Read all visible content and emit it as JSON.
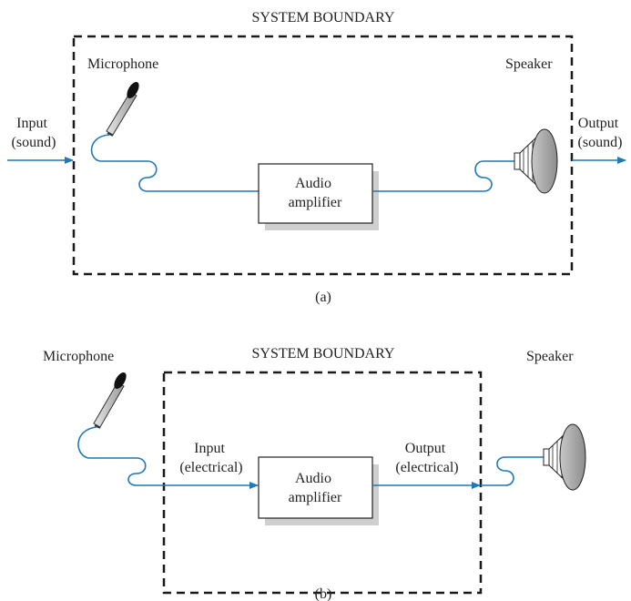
{
  "diagram_a": {
    "boundary_title": "SYSTEM BOUNDARY",
    "microphone_label": "Microphone",
    "speaker_label": "Speaker",
    "input_label": [
      "Input",
      "(sound)"
    ],
    "output_label": [
      "Output",
      "(sound)"
    ],
    "amplifier_label": [
      "Audio",
      "amplifier"
    ],
    "caption": "(a)"
  },
  "diagram_b": {
    "boundary_title": "SYSTEM BOUNDARY",
    "microphone_label": "Microphone",
    "speaker_label": "Speaker",
    "input_label": [
      "Input",
      "(electrical)"
    ],
    "output_label": [
      "Output",
      "(electrical)"
    ],
    "amplifier_label": [
      "Audio",
      "amplifier"
    ],
    "caption": "(b)"
  },
  "colors": {
    "wire": "#1f78b8",
    "boundary": "#1a1a1a",
    "box_shadow": "#cfcfcf",
    "speaker_cone": "#a8a8a8"
  }
}
